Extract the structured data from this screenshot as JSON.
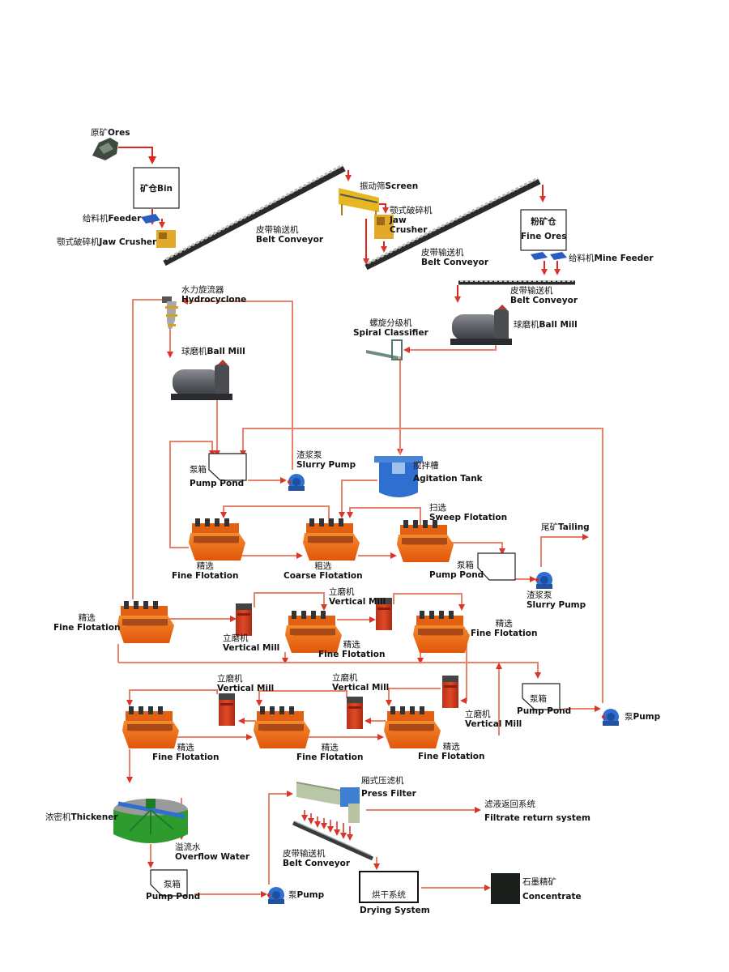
{
  "diagram": {
    "title": "Graphite ore beneficiation process flow",
    "colors": {
      "flow_line": "#e8826a",
      "flow_line_bright": "#e0261c",
      "flotation_cell": "#f06a10",
      "pump_blue": "#2f6fd0",
      "conveyor": "#555555",
      "thickener_green": "#2e9b2e",
      "concentrate": "#1b1f1b"
    },
    "nodes": {
      "ores": {
        "cn": "原矿",
        "en": "Ores",
        "icon": "ore-rock-icon"
      },
      "bin": {
        "cn": "矿仓",
        "en": "Bin"
      },
      "feeder": {
        "cn": "给料机",
        "en": "Feeder",
        "icon": "feeder-icon"
      },
      "jaw_crusher_1": {
        "cn": "颚式破碎机",
        "en": "Jaw Crusher",
        "icon": "jaw-crusher-icon"
      },
      "belt_conveyor_1": {
        "cn": "皮带输送机",
        "en": "Belt Conveyor"
      },
      "screen": {
        "cn": "振动筛",
        "en": "Screen",
        "icon": "vibrating-screen-icon"
      },
      "jaw_crusher_2": {
        "cn": "颚式破碎机",
        "en1": "Jaw",
        "en2": "Crusher"
      },
      "belt_conveyor_2": {
        "cn": "皮带输送机",
        "en": "Belt Conveyor"
      },
      "fine_ores": {
        "cn": "粉矿仓",
        "en": "Fine Ores"
      },
      "mine_feeder": {
        "cn": "给料机",
        "en": "Mine Feeder"
      },
      "belt_conveyor_3": {
        "cn": "皮带输送机",
        "en": "Belt Conveyor"
      },
      "ball_mill_1": {
        "cn": "球磨机",
        "en": "Ball Mill"
      },
      "spiral_classifier": {
        "cn": "螺旋分级机",
        "en": "Spiral Classifier"
      },
      "hydrocyclone": {
        "cn": "水力旋流器",
        "en": "Hydrocyclone"
      },
      "ball_mill_2": {
        "cn": "球磨机",
        "en": "Ball Mill"
      },
      "pump_pond_1": {
        "cn": "泵箱",
        "en": "Pump Pond"
      },
      "slurry_pump_1": {
        "cn": "渣浆泵",
        "en": "Slurry Pump"
      },
      "agitation_tank": {
        "cn": "搅拌槽",
        "en": "Agitation Tank"
      },
      "sweep_flotation": {
        "cn": "扫选",
        "en": "Sweep Flotation"
      },
      "fine_flotation_1": {
        "cn": "精选",
        "en": "Fine Flotation"
      },
      "coarse_flotation": {
        "cn": "粗选",
        "en": "Coarse Flotation"
      },
      "tailing": {
        "cn": "尾矿",
        "en": "Tailing"
      },
      "pump_pond_2": {
        "cn": "泵箱",
        "en": "Pump Pond"
      },
      "slurry_pump_2": {
        "cn": "渣浆泵",
        "en": "Slurry Pump"
      },
      "fine_flotation_2": {
        "cn": "精选",
        "en": "Fine Flotation"
      },
      "vertical_mill_1": {
        "cn": "立磨机",
        "en": "Vertical Mill"
      },
      "vertical_mill_2": {
        "cn": "立磨机",
        "en": "Vertical Mill"
      },
      "fine_flotation_3": {
        "cn": "精选",
        "en": "Fine Flotation"
      },
      "fine_flotation_4": {
        "cn": "精选",
        "en": "Fine Flotation"
      },
      "vertical_mill_3": {
        "cn": "立磨机",
        "en": "Vertical Mill"
      },
      "vertical_mill_4": {
        "cn": "立磨机",
        "en": "Vertical Mill"
      },
      "vertical_mill_5": {
        "cn": "立磨机",
        "en": "Vertical Mill"
      },
      "fine_flotation_5": {
        "cn": "精选",
        "en": "Fine Flotation"
      },
      "fine_flotation_6": {
        "cn": "精选",
        "en": "Fine Flotation"
      },
      "fine_flotation_7": {
        "cn": "精选",
        "en": "Fine Flotation"
      },
      "pump_pond_3": {
        "cn": "泵箱",
        "en": "Pump Pond"
      },
      "pump_1": {
        "cn": "泵",
        "en": "Pump"
      },
      "thickener": {
        "cn": "浓密机",
        "en": "Thickener"
      },
      "overflow_water": {
        "cn": "溢流水",
        "en": "Overflow Water"
      },
      "pump_pond_4": {
        "cn": "泵箱",
        "en": "Pump Pond"
      },
      "pump_2": {
        "cn": "泵",
        "en": "Pump"
      },
      "press_filter": {
        "cn": "厢式压滤机",
        "en": "Press Filter"
      },
      "filtrate_return": {
        "cn": "滤液返回系统",
        "en": "Filtrate return system"
      },
      "belt_conveyor_4": {
        "cn": "皮带输送机",
        "en": "Belt Conveyor"
      },
      "drying_system": {
        "cn": "烘干系统",
        "en": "Drying System"
      },
      "concentrate": {
        "cn": "石墨精矿",
        "en": "Concentrate"
      }
    }
  }
}
